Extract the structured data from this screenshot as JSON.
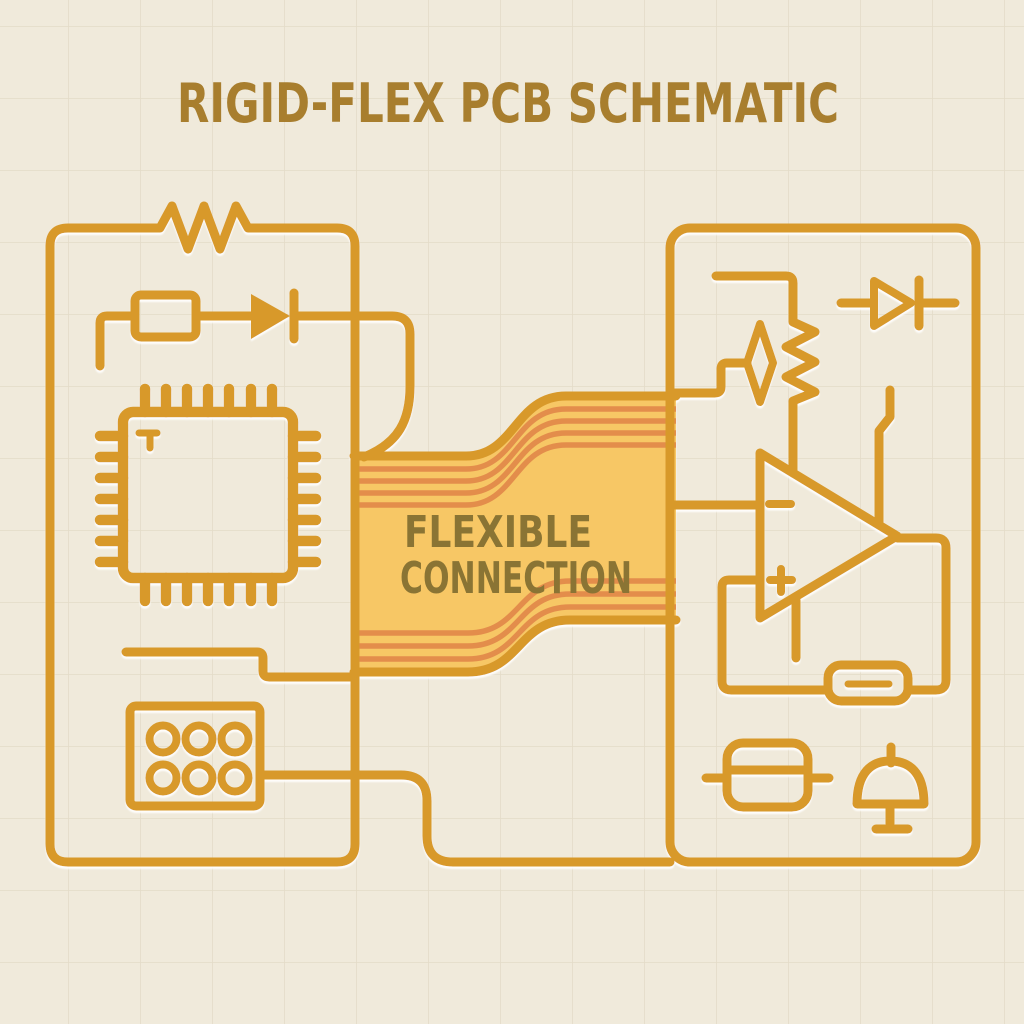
{
  "title": "RIGID-FLEX PCB SCHEMATIC",
  "ribbon": {
    "label_line1": "FLEXIBLE",
    "label_line2": "CONNECTION"
  },
  "colors": {
    "background": "#F0EADB",
    "grid_line": "#E3DBC8",
    "trace_gold": "#D8992C",
    "title_text": "#A87E2E",
    "ribbon_fill": "#F7C765",
    "ribbon_stripe": "#E1884A",
    "label_text": "#8A7434",
    "halo": "#FFFFFF"
  },
  "boards": {
    "left": {
      "name": "left rigid board",
      "components": [
        "top-edge-resistor",
        "smd-component-box",
        "diode",
        "mcu-chip",
        "chip-pin1-marker",
        "6-pin-header-connector"
      ]
    },
    "right": {
      "name": "right rigid board",
      "components": [
        "stub-trace",
        "vertical-resistor",
        "diamond-zener",
        "diode",
        "switch-lever",
        "op-amp",
        "feedback-resistor-box",
        "capacitor-component",
        "buzzer-bell"
      ]
    }
  }
}
